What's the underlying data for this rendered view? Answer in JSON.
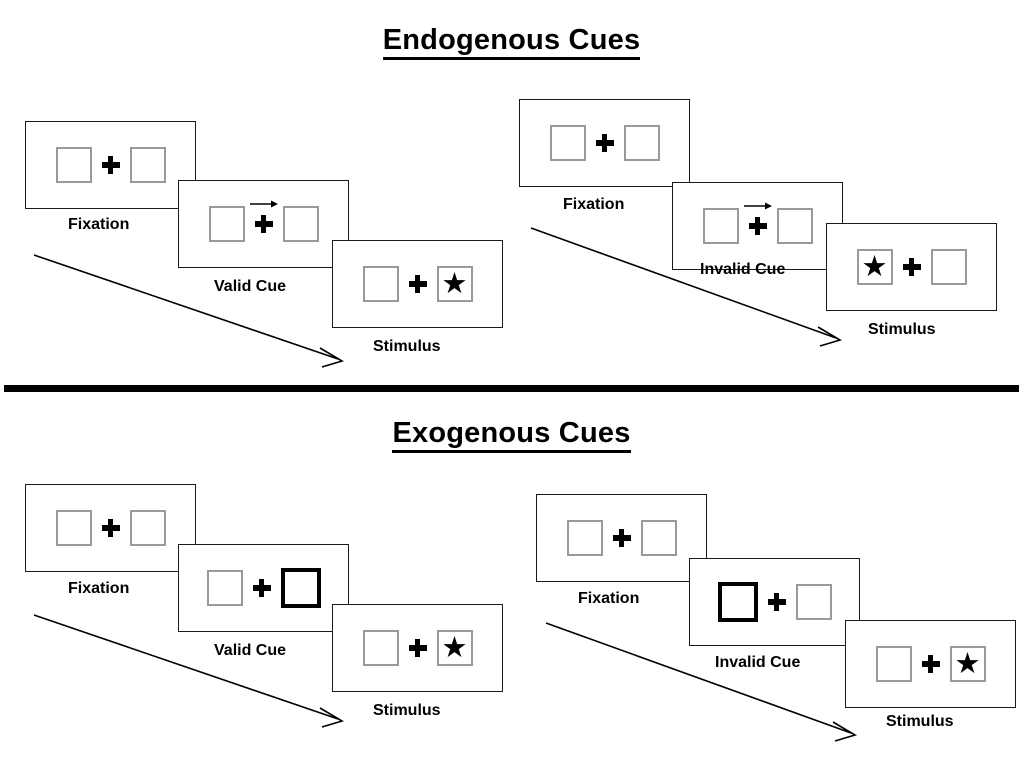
{
  "sections": [
    {
      "id": "endogenous",
      "title": "Endogenous Cues",
      "groups": [
        {
          "id": "endogenous-valid",
          "panels": [
            {
              "id": "fixation",
              "label": "Fixation",
              "cue": "none",
              "left_content": "empty",
              "right_content": "empty",
              "arrow": false
            },
            {
              "id": "cue",
              "label": "Valid Cue",
              "cue": "arrow",
              "left_content": "empty",
              "right_content": "empty",
              "arrow": true
            },
            {
              "id": "stimulus",
              "label": "Stimulus",
              "cue": "none",
              "left_content": "empty",
              "right_content": "star",
              "arrow": false
            }
          ]
        },
        {
          "id": "endogenous-invalid",
          "panels": [
            {
              "id": "fixation",
              "label": "Fixation",
              "cue": "none",
              "left_content": "empty",
              "right_content": "empty",
              "arrow": false
            },
            {
              "id": "cue",
              "label": "Invalid Cue",
              "cue": "arrow",
              "left_content": "empty",
              "right_content": "empty",
              "arrow": true
            },
            {
              "id": "stimulus",
              "label": "Stimulus",
              "cue": "none",
              "left_content": "star",
              "right_content": "empty",
              "arrow": false
            }
          ]
        }
      ]
    },
    {
      "id": "exogenous",
      "title": "Exogenous Cues",
      "groups": [
        {
          "id": "exogenous-valid",
          "panels": [
            {
              "id": "fixation",
              "label": "Fixation",
              "cue": "none",
              "left_content": "empty",
              "right_content": "empty",
              "arrow": false
            },
            {
              "id": "cue",
              "label": "Valid Cue",
              "cue": "box-right",
              "left_content": "empty",
              "right_content": "empty",
              "arrow": false
            },
            {
              "id": "stimulus",
              "label": "Stimulus",
              "cue": "none",
              "left_content": "empty",
              "right_content": "star",
              "arrow": false
            }
          ]
        },
        {
          "id": "exogenous-invalid",
          "panels": [
            {
              "id": "fixation",
              "label": "Fixation",
              "cue": "none",
              "left_content": "empty",
              "right_content": "empty",
              "arrow": false
            },
            {
              "id": "cue",
              "label": "Invalid Cue",
              "cue": "box-left",
              "left_content": "empty",
              "right_content": "empty",
              "arrow": false
            },
            {
              "id": "stimulus",
              "label": "Stimulus",
              "cue": "none",
              "left_content": "empty",
              "right_content": "star",
              "arrow": false
            }
          ]
        }
      ]
    }
  ],
  "glyphs": {
    "star": "★",
    "fixation_cross": "plus-icon",
    "cue_arrow": "arrow-right-icon",
    "flow_arrow": "diagonal-arrow-icon"
  },
  "colors": {
    "ink": "#000000",
    "panel_border": "#1a1a1a",
    "box_border": "#9a9a9a",
    "cued_box_border": "#000000",
    "background": "#ffffff"
  }
}
